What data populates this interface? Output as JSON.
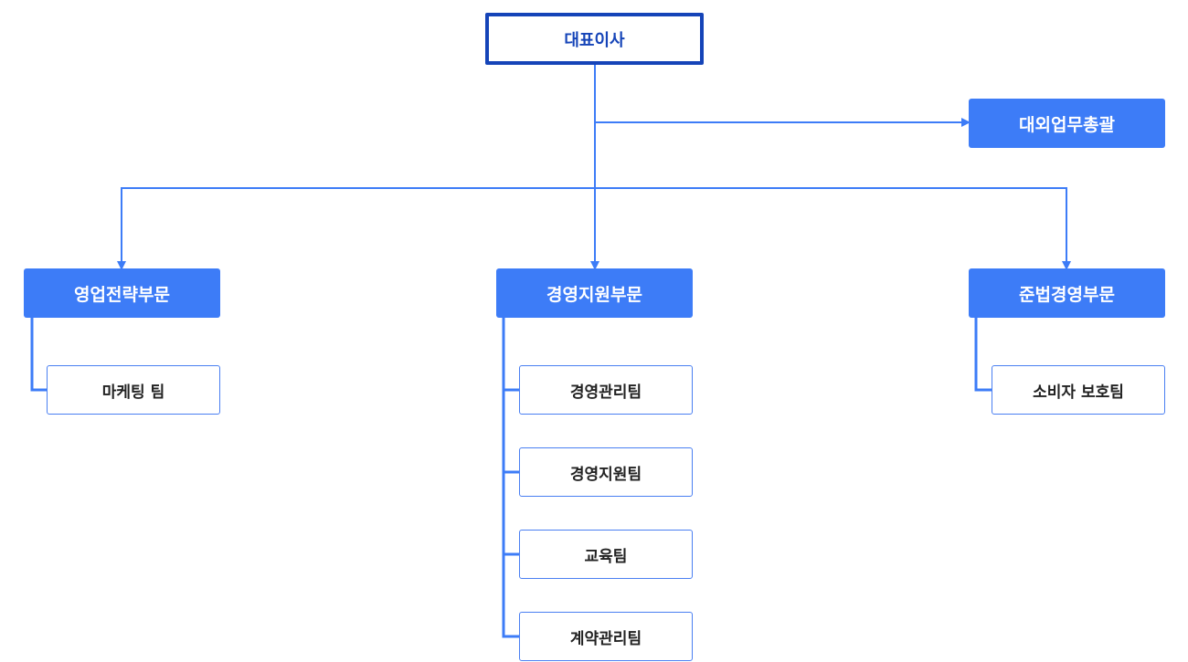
{
  "colors": {
    "primary_blue": "#3d7cf7",
    "ceo_border": "#1544b8",
    "line": "#3d7cf7",
    "team_text": "#222222"
  },
  "ceo": {
    "label": "대표이사"
  },
  "external_affairs": {
    "label": "대외업무총괄"
  },
  "divisions": [
    {
      "label": "영업전략부문",
      "teams": [
        "마케팅 팀"
      ]
    },
    {
      "label": "경영지원부문",
      "teams": [
        "경영관리팀",
        "경영지원팀",
        "교육팀",
        "계약관리팀"
      ]
    },
    {
      "label": "준법경영부문",
      "teams": [
        "소비자 보호팀"
      ]
    }
  ]
}
